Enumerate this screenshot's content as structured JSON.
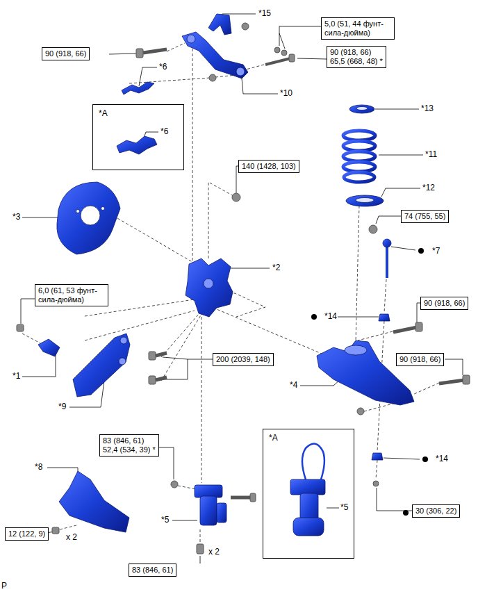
{
  "diagram": {
    "nodes": [
      {
        "text": [
          "5,0 (51, 44 фунт-сила-дюйма)"
        ]
      },
      {
        "text": [
          "90 (918, 66)"
        ]
      },
      {
        "text": [
          "90 (918, 66)",
          "65,5 (668, 48) *"
        ]
      },
      {
        "text": [
          "*A"
        ]
      },
      {
        "text": [
          "140 (1428, 103)"
        ]
      },
      {
        "text": [
          "74 (755, 55)"
        ]
      },
      {
        "text": [
          "6,0 (61, 53 фунт-сила-дюйма)"
        ]
      },
      {
        "text": [
          "90 (918, 66)"
        ]
      },
      {
        "text": [
          "200 (2039, 148)"
        ]
      },
      {
        "text": [
          "90 (918, 66)"
        ]
      },
      {
        "text": [
          "*A"
        ]
      },
      {
        "text": [
          "83 (846, 61)",
          "52,4 (534, 39) *"
        ]
      },
      {
        "text": [
          "12 (122, 9)"
        ]
      },
      {
        "text": [
          "30 (306, 22)"
        ]
      },
      {
        "text": [
          "83 (846, 61)"
        ]
      }
    ],
    "labels": [
      "*15",
      "*6",
      "*10",
      "*6",
      "*13",
      "*11",
      "*12",
      "*3",
      "*7",
      "*2",
      "*14",
      "*1",
      "*9",
      "*4",
      "*8",
      "*5",
      "*5",
      "*14",
      "x 2",
      "x 2",
      "P"
    ]
  }
}
